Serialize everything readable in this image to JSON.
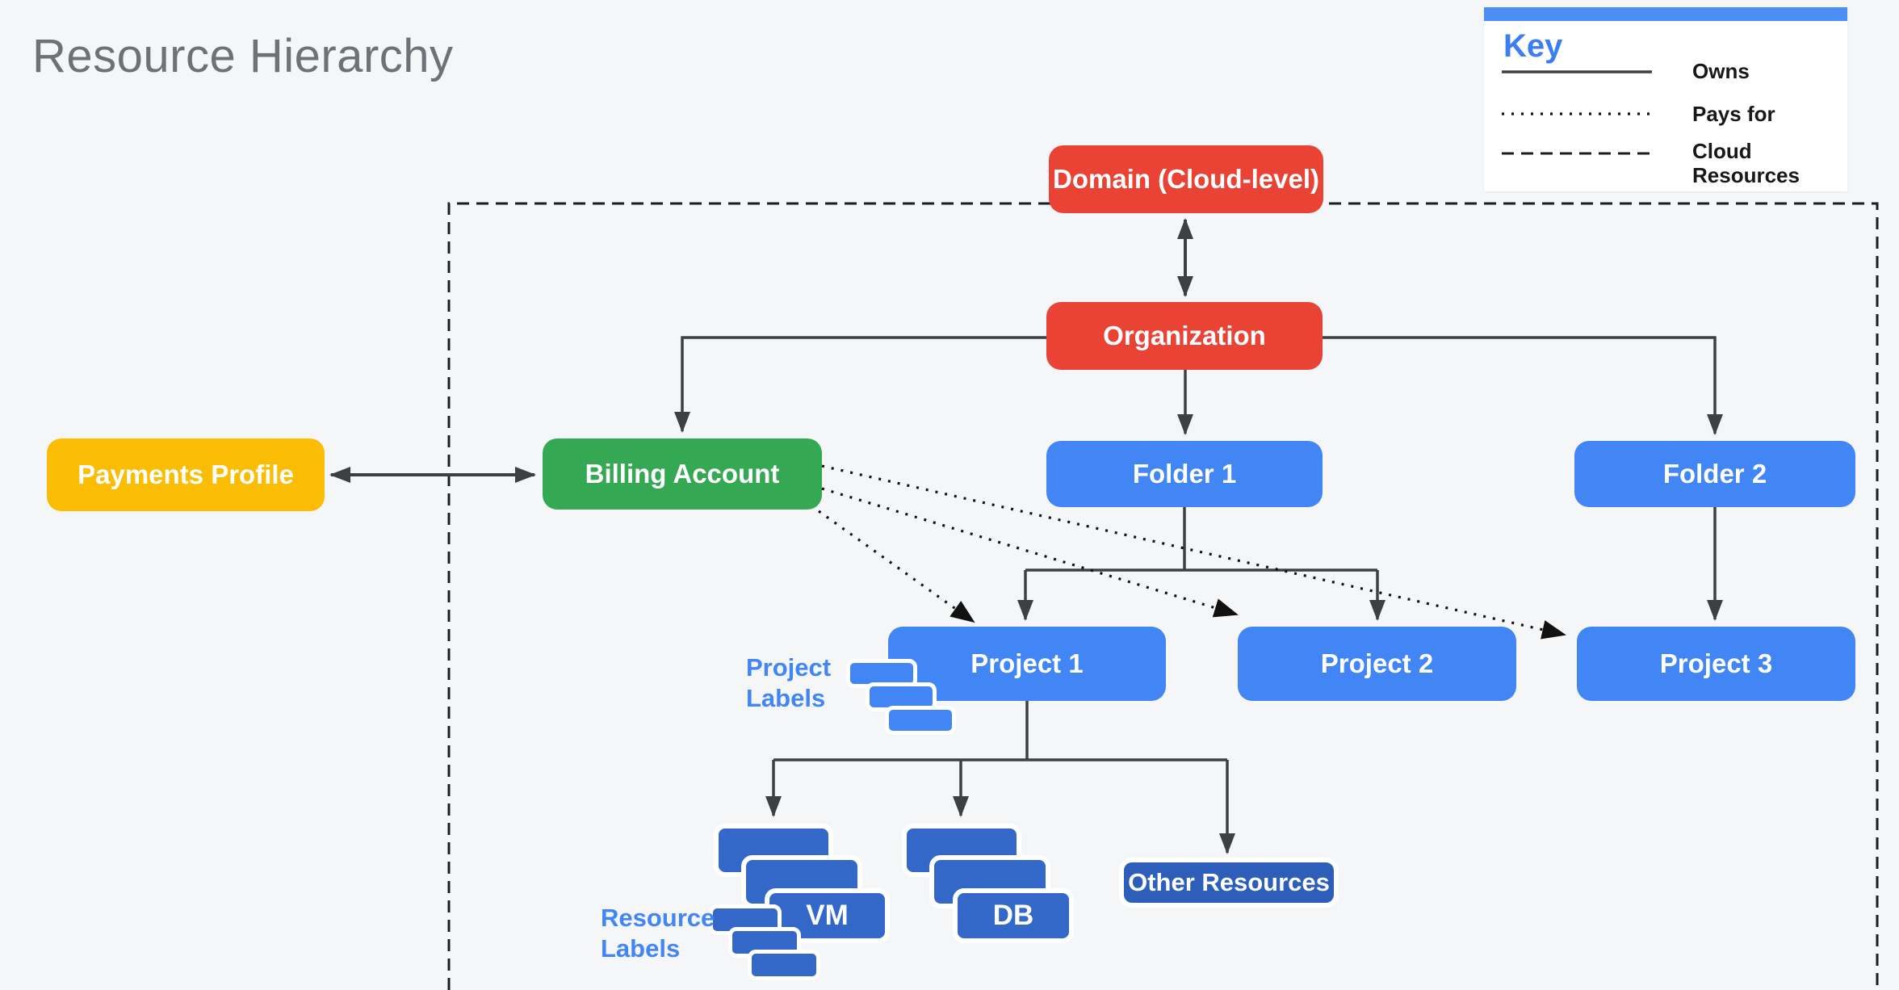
{
  "title": "Resource Hierarchy",
  "key": {
    "heading": "Key",
    "items": [
      {
        "line_style": "solid",
        "label": "Owns"
      },
      {
        "line_style": "dotted",
        "label": "Pays for"
      },
      {
        "line_style": "dashed",
        "label": "Cloud Resources"
      }
    ]
  },
  "nodes": {
    "domain": {
      "label": "Domain (Cloud-level)",
      "color": "#E94335"
    },
    "organization": {
      "label": "Organization",
      "color": "#E94335"
    },
    "payments_profile": {
      "label": "Payments Profile",
      "color": "#FBBC04"
    },
    "billing_account": {
      "label": "Billing Account",
      "color": "#34A853"
    },
    "folder_1": {
      "label": "Folder 1",
      "color": "#4285F4"
    },
    "folder_2": {
      "label": "Folder 2",
      "color": "#4285F4"
    },
    "project_1": {
      "label": "Project 1",
      "color": "#4285F4"
    },
    "project_2": {
      "label": "Project 2",
      "color": "#4285F4"
    },
    "project_3": {
      "label": "Project 3",
      "color": "#4285F4"
    },
    "vm": {
      "label": "VM",
      "color": "#3368C9"
    },
    "db": {
      "label": "DB",
      "color": "#3368C9"
    },
    "other_resources": {
      "label": "Other Resources",
      "color": "#2D5FBA"
    }
  },
  "annotations": {
    "project_labels": "Project Labels",
    "resource_labels": "Resource Labels"
  },
  "relationships": {
    "owns": [
      "Domain-Organization",
      "Organization-Billing Account",
      "Organization-Folder 1",
      "Organization-Folder 2",
      "Folder 1-Project 1",
      "Folder 1-Project 2",
      "Folder 2-Project 3",
      "Project 1-VM",
      "Project 1-DB",
      "Project 1-Other Resources",
      "Payments Profile-Billing Account"
    ],
    "pays_for": [
      "Billing Account-Project 1",
      "Billing Account-Project 2",
      "Billing Account-Project 3"
    ]
  },
  "colors": {
    "background": "#F4F6F8",
    "red": "#E94335",
    "green": "#34A853",
    "yellow": "#FBBC04",
    "blue": "#4285F4",
    "stack_blue": "#3368C9",
    "dark_blue": "#2D5FBA",
    "key_bar_blue": "#4D8DF6",
    "key_heading_blue": "#3B7DF2",
    "connector_gray": "#3C4043",
    "dashed_black": "#1B1D1F",
    "title_gray": "#6E7276"
  }
}
